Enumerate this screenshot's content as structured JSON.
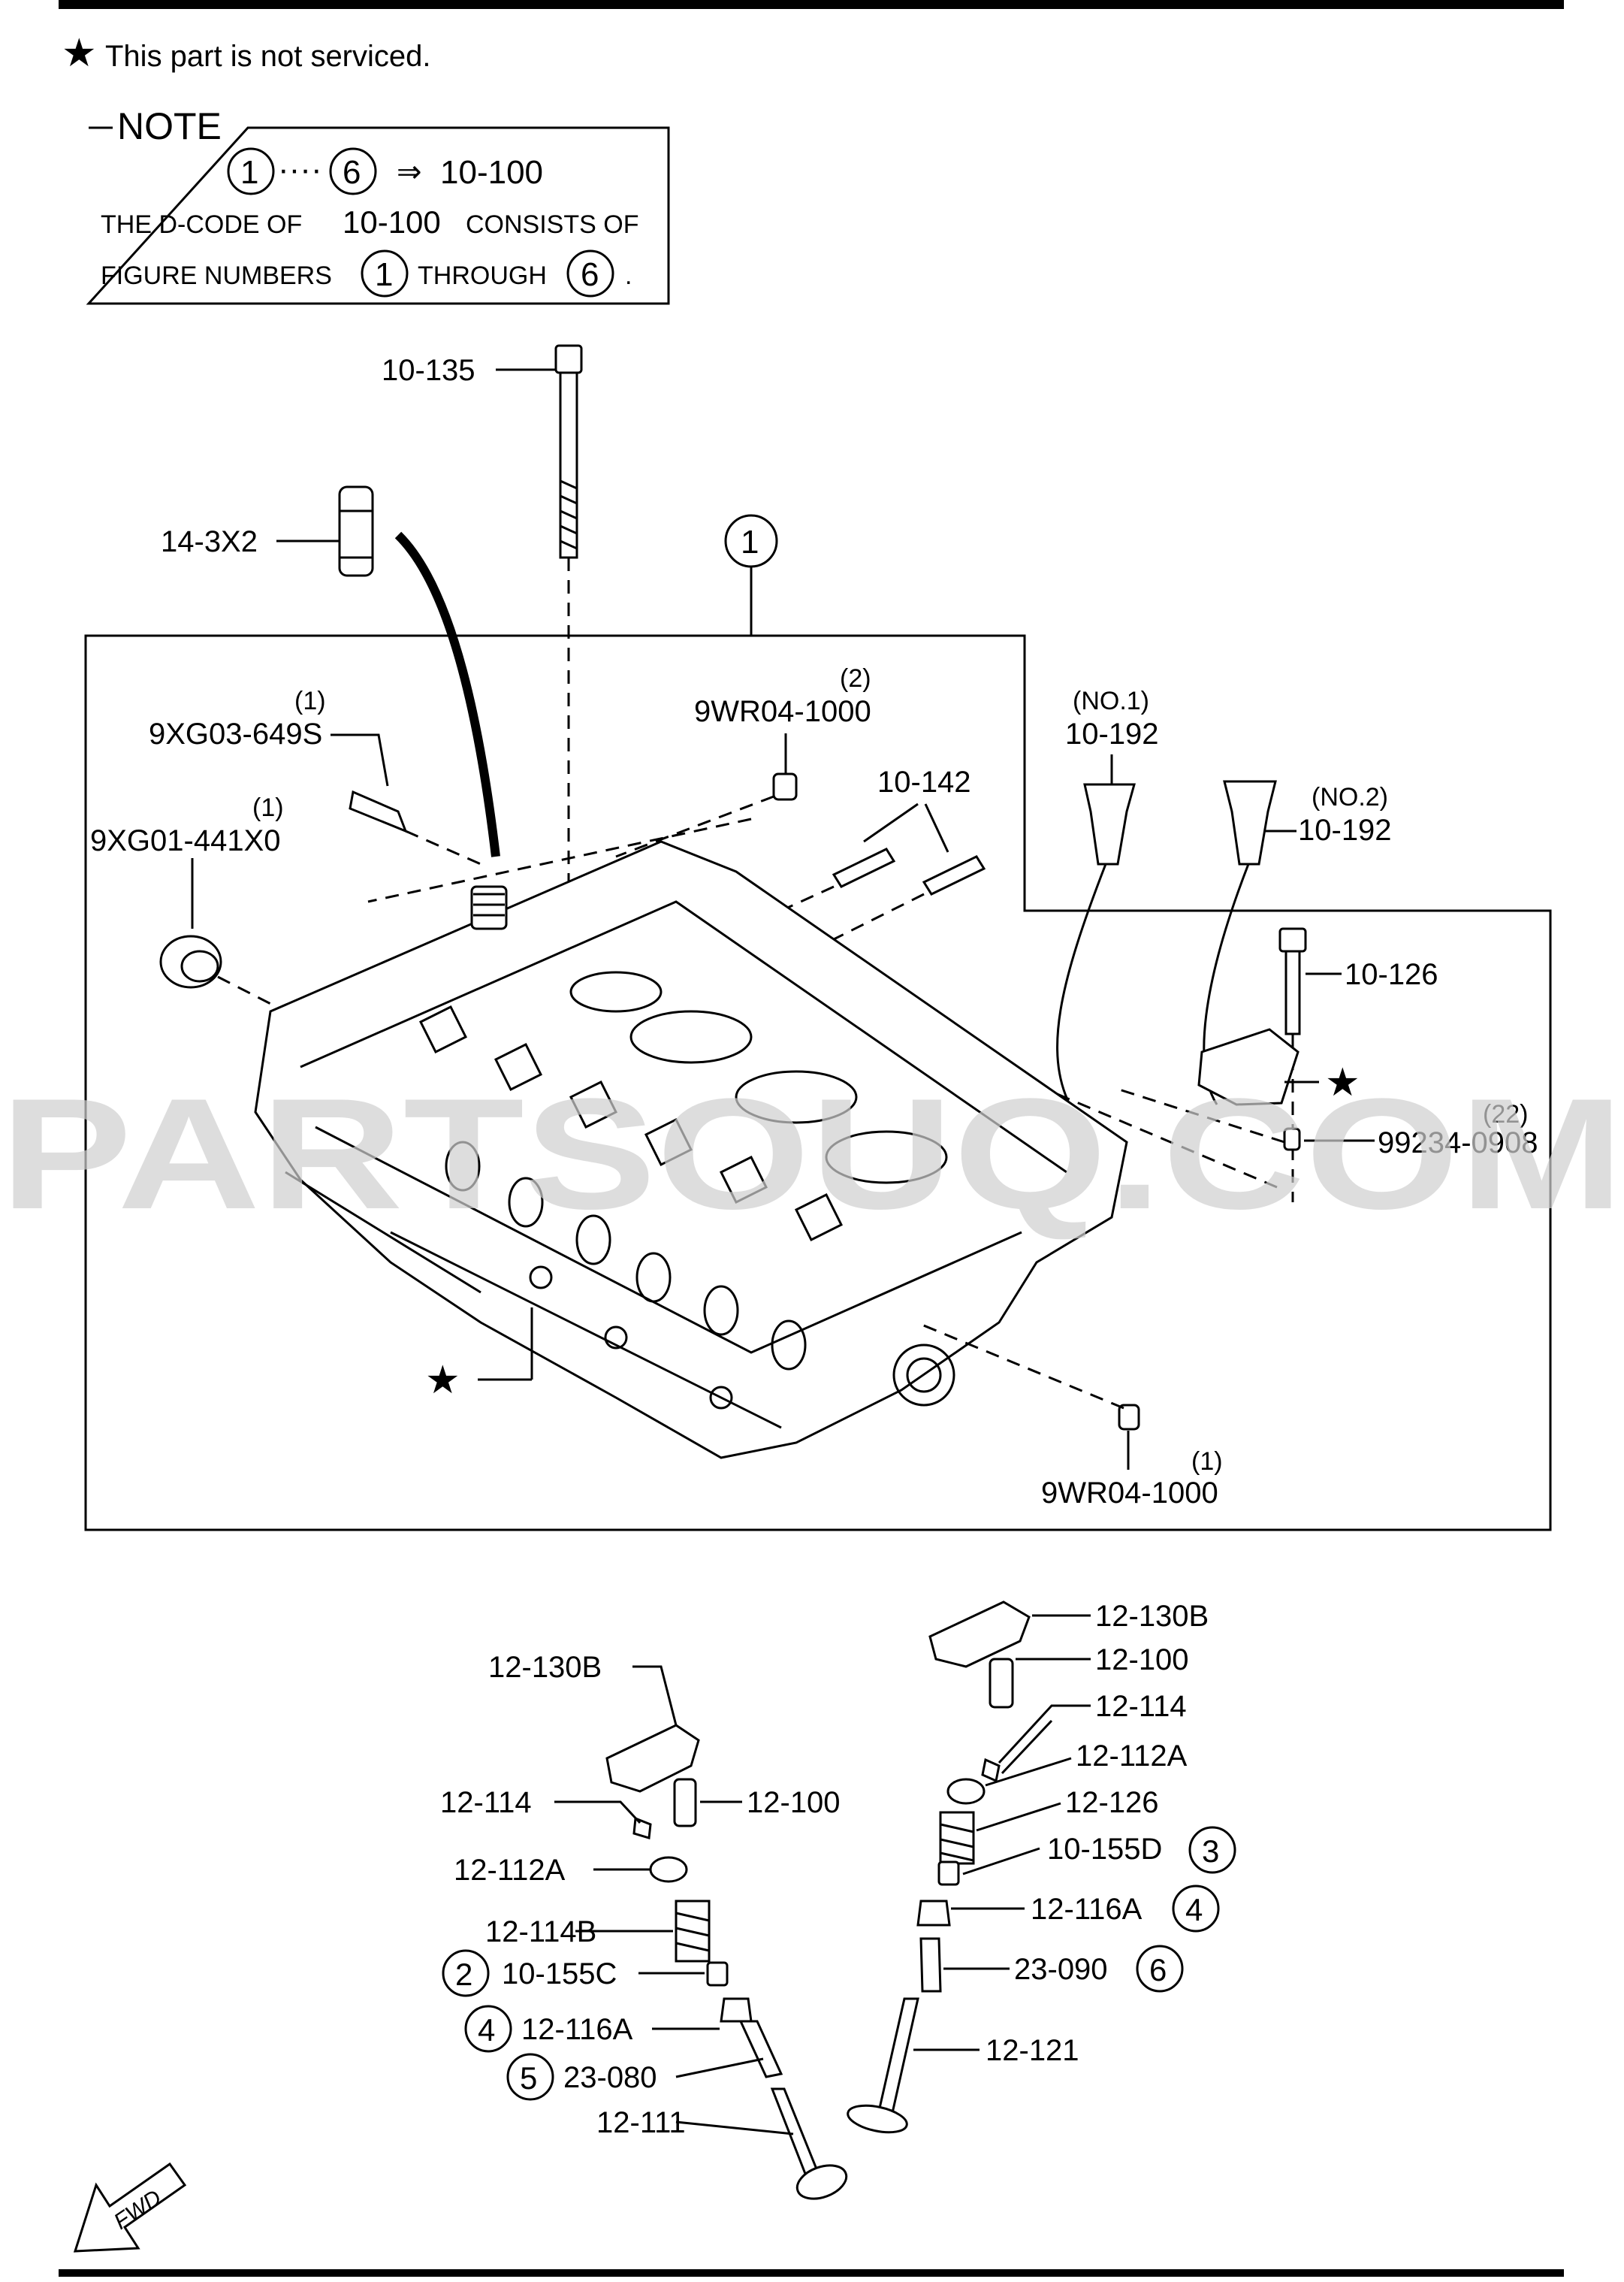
{
  "header": {
    "note_star": "★",
    "not_serviced": "This part is not serviced."
  },
  "note_box": {
    "title": "NOTE",
    "range_start": "1",
    "range_dots": "····",
    "range_end": "6",
    "arrow": "⇒",
    "dcode": "10-100",
    "line2a": "THE D-CODE OF",
    "line2b": "10-100",
    "line2c": "CONSISTS OF",
    "line3a": "FIGURE NUMBERS",
    "line3b": "1",
    "line3c": "THROUGH",
    "line3d": "6",
    "line3e": "."
  },
  "callouts": {
    "c_10_135": "10-135",
    "c_14_3x2": "14-3X2",
    "fig1": "1",
    "c_9xg03_qty": "(1)",
    "c_9xg03": "9XG03-649S",
    "c_9xg01_qty": "(1)",
    "c_9xg01": "9XG01-441X0",
    "c_9wr04_top_qty": "(2)",
    "c_9wr04_top": "9WR04-1000",
    "c_10_142": "10-142",
    "c_10_192_no1_qty": "(NO.1)",
    "c_10_192_no1": "10-192",
    "c_10_192_no2_qty": "(NO.2)",
    "c_10_192_no2": "10-192",
    "c_10_126": "10-126",
    "c_99234_qty": "(22)",
    "c_99234": "99234-0908",
    "c_9wr04_bot_qty": "(1)",
    "c_9wr04_bot": "9WR04-1000",
    "star": "★"
  },
  "valve_left": {
    "c_12_130b": "12-130B",
    "c_12_100": "12-100",
    "c_12_114": "12-114",
    "c_12_112a": "12-112A",
    "c_12_114b": "12-114B",
    "fig2": "2",
    "c_10_155c": "10-155C",
    "fig4": "4",
    "c_12_116a": "12-116A",
    "fig5": "5",
    "c_23_080": "23-080",
    "c_12_111": "12-111"
  },
  "valve_right": {
    "c_12_130b": "12-130B",
    "c_12_100": "12-100",
    "c_12_114": "12-114",
    "c_12_112a": "12-112A",
    "c_12_126": "12-126",
    "c_10_155d": "10-155D",
    "fig3": "3",
    "c_12_116a": "12-116A",
    "fig4": "4",
    "c_23_090": "23-090",
    "fig6": "6",
    "c_12_121": "12-121"
  },
  "fwd_label": "FWD",
  "watermark": "PARTSOUQ.COM",
  "colors": {
    "ink": "#000000",
    "paper": "#ffffff",
    "watermark": "#d0d0d0"
  }
}
